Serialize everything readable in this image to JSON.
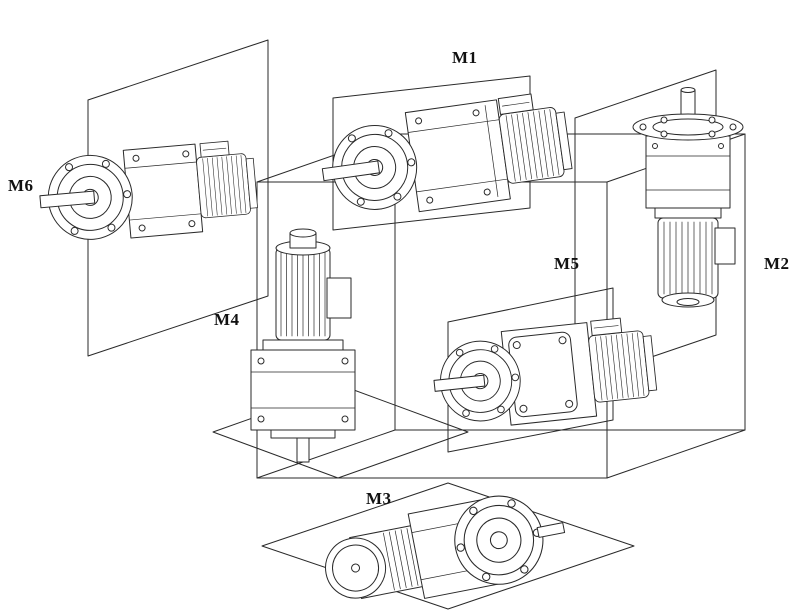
{
  "page": {
    "background": "#ffffff",
    "line_color": "#2a2a2a"
  },
  "labels": {
    "m1": "M1",
    "m2": "M2",
    "m3": "M3",
    "m4": "M4",
    "m5": "M5",
    "m6": "M6"
  }
}
